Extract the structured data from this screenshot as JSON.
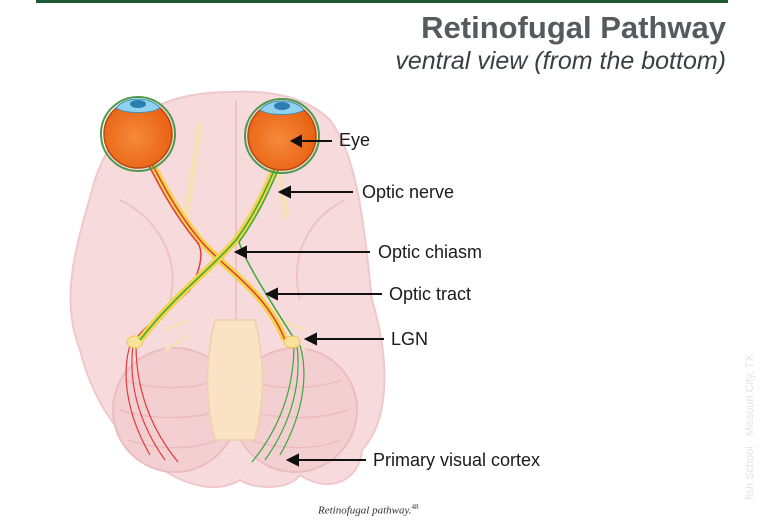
{
  "header": {
    "title": "Retinofugal Pathway",
    "subtitle": "ventral view (from the bottom)"
  },
  "labels": {
    "eye": "Eye",
    "optic_nerve": "Optic nerve",
    "optic_chiasm": "Optic chiasm",
    "optic_tract": "Optic tract",
    "lgn": "LGN",
    "primary_visual_cortex": "Primary visual cortex"
  },
  "caption": {
    "text": "Retinofugal pathway.",
    "reference": "48"
  },
  "watermark": "fish School · Missouri City, TX",
  "colors": {
    "header_rule": "#1f5a35",
    "brain": "#f6d6d8",
    "eyeball": "#f07020",
    "left_pathway": "#e23b3b",
    "right_pathway": "#3aa83a",
    "nerve_core": "#f2d34a"
  }
}
